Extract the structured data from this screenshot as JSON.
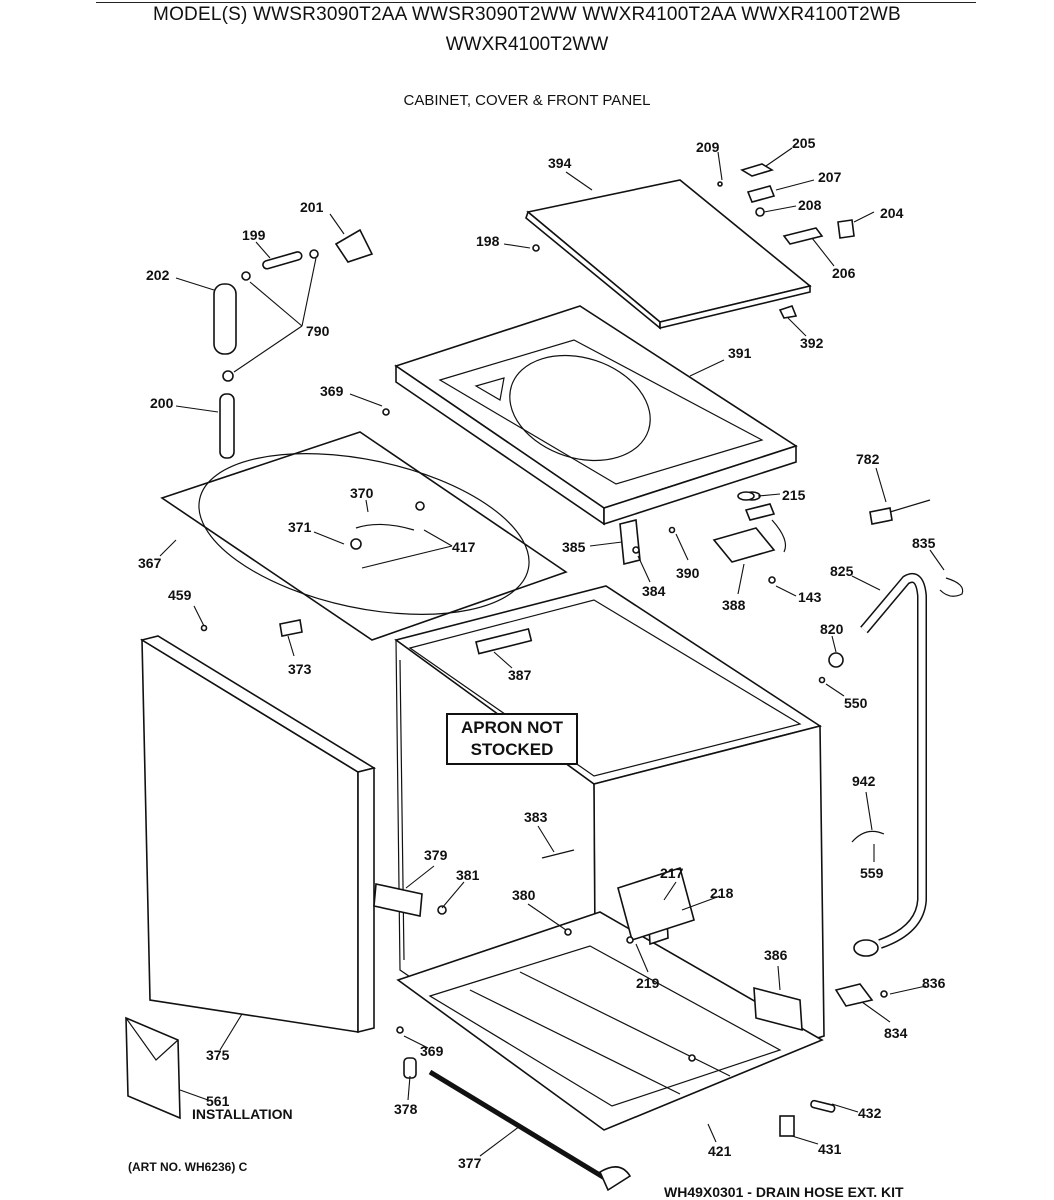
{
  "header": {
    "models_line1": "MODEL(S) WWSR3090T2AA  WWSR3090T2WW  WWXR4100T2AA  WWXR4100T2WB",
    "models_line2": "WWXR4100T2WW",
    "section_title": "CABINET, COVER & FRONT PANEL"
  },
  "notice": {
    "line1": "APRON NOT",
    "line2": "STOCKED"
  },
  "footer": {
    "art_number": "(ART NO. WH6236) C",
    "kit_note": "WH49X0301 - DRAIN HOSE EXT. KIT",
    "installation_label": "INSTALLATION"
  },
  "part_numbers": {
    "p209": "209",
    "p205": "205",
    "p394": "394",
    "p207": "207",
    "p208": "208",
    "p204": "204",
    "p198": "198",
    "p206": "206",
    "p392": "392",
    "p201": "201",
    "p199": "199",
    "p202": "202",
    "p790": "790",
    "p391": "391",
    "p369a": "369",
    "p200": "200",
    "p782": "782",
    "p215": "215",
    "p370": "370",
    "p371": "371",
    "p417": "417",
    "p385": "385",
    "p390": "390",
    "p835": "835",
    "p367": "367",
    "p384": "384",
    "p388": "388",
    "p825": "825",
    "p143": "143",
    "p459": "459",
    "p820": "820",
    "p373": "373",
    "p387": "387",
    "p550": "550",
    "p942": "942",
    "p383": "383",
    "p559": "559",
    "p379": "379",
    "p381": "381",
    "p217": "217",
    "p380": "380",
    "p218": "218",
    "p386": "386",
    "p219": "219",
    "p836": "836",
    "p834": "834",
    "p375": "375",
    "p369b": "369",
    "p561": "561",
    "p378": "378",
    "p432": "432",
    "p421": "421",
    "p431": "431",
    "p377": "377"
  }
}
